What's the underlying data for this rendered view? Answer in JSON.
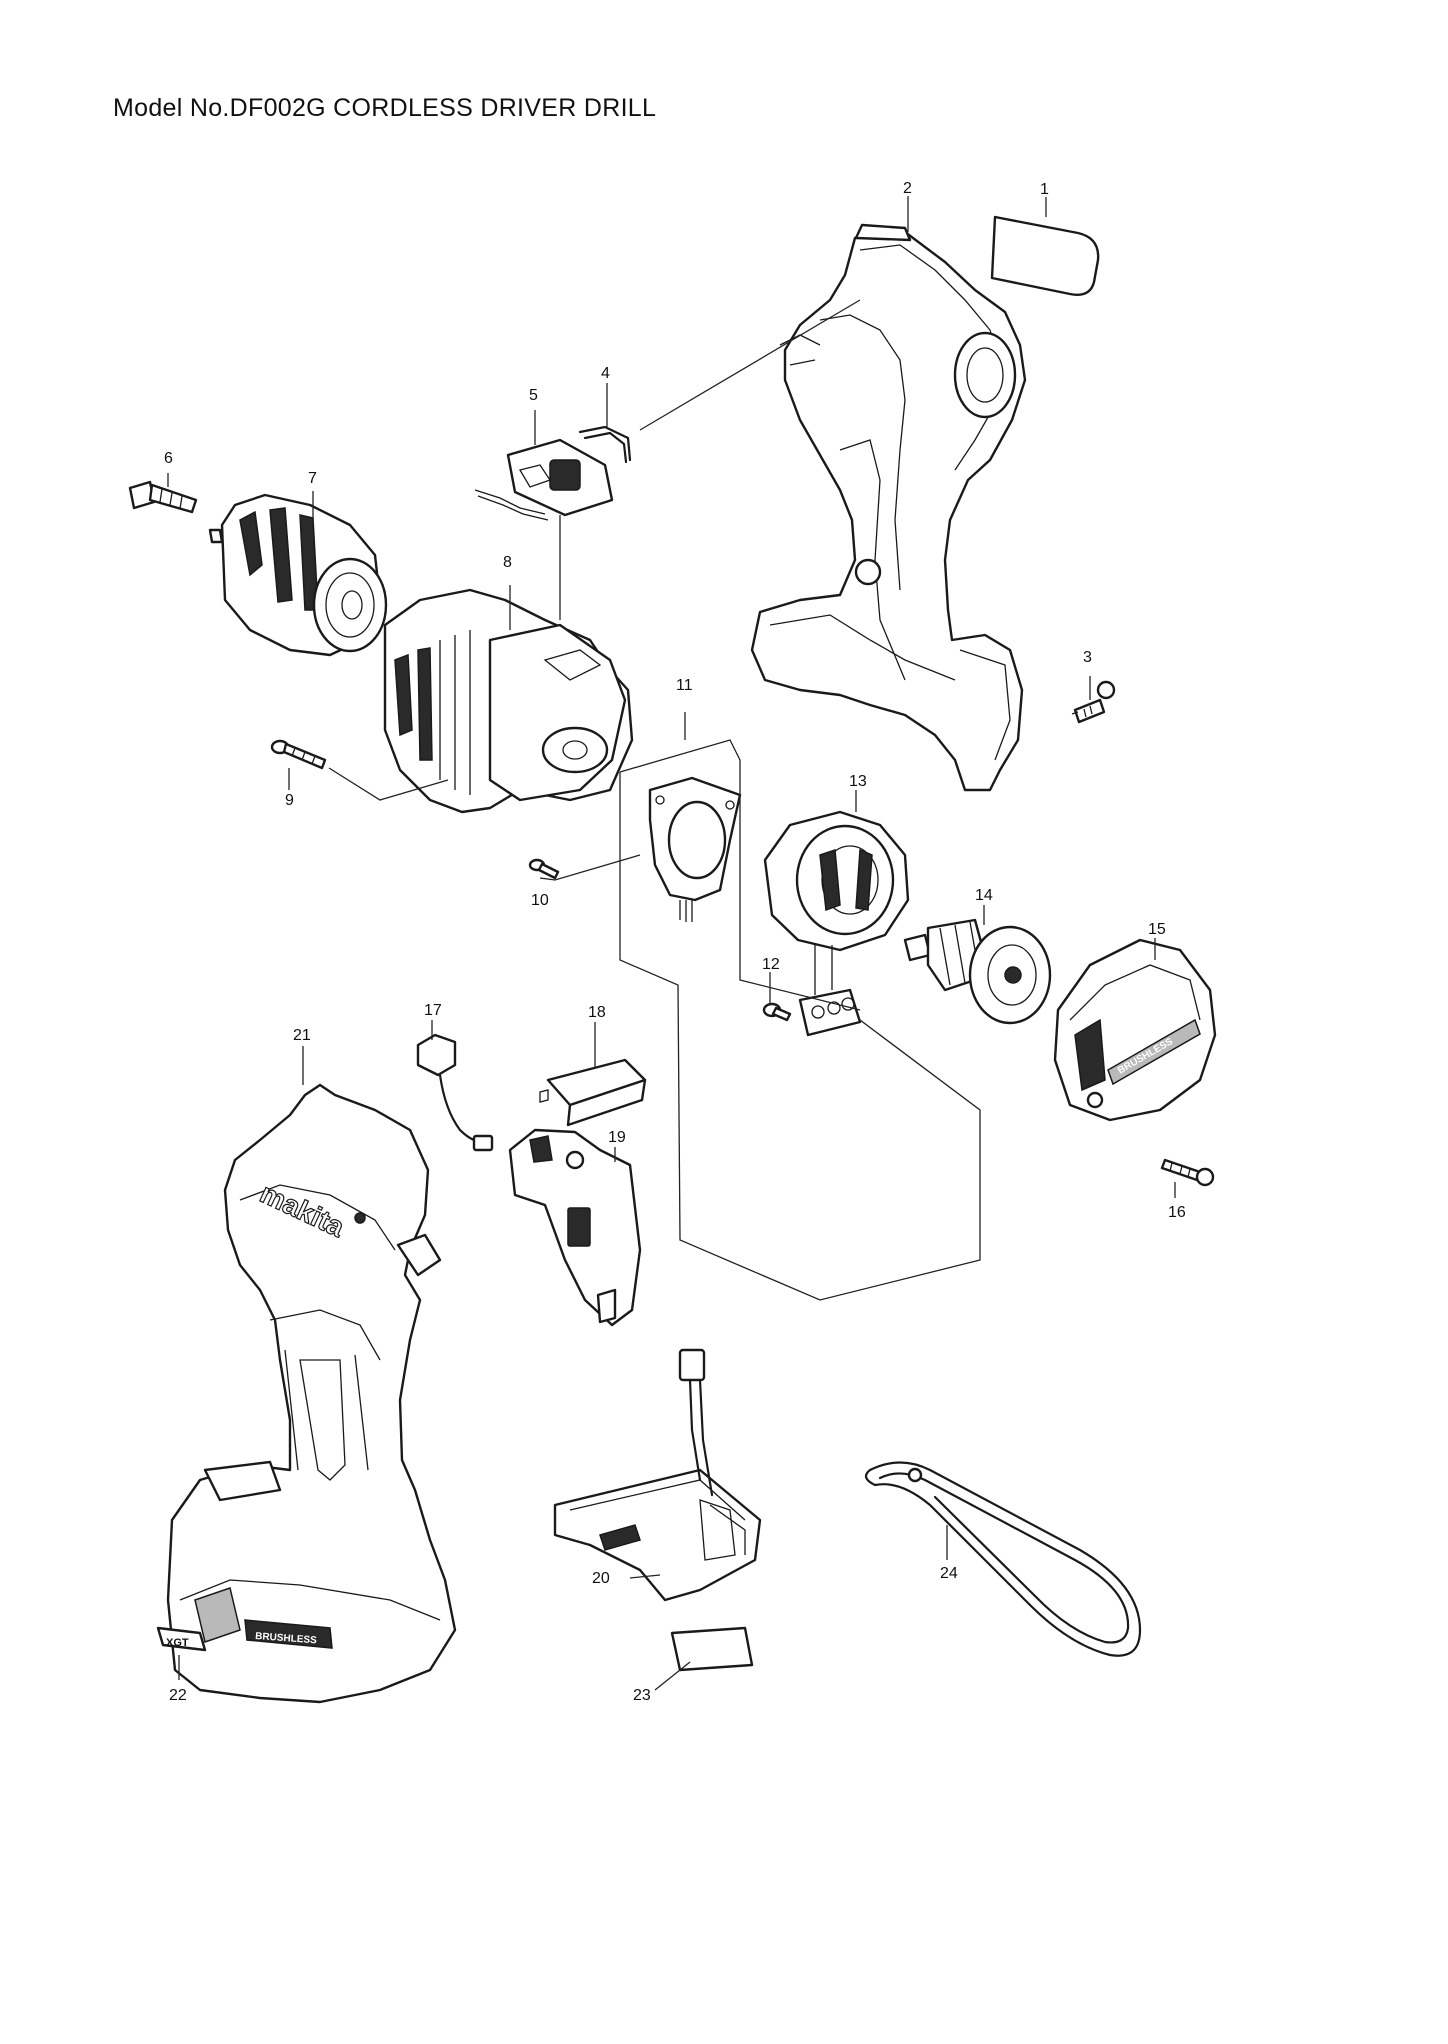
{
  "header": {
    "title": "Model No.DF002G CORDLESS DRIVER DRILL"
  },
  "callouts": [
    "1",
    "2",
    "3",
    "4",
    "5",
    "6",
    "7",
    "8",
    "9",
    "10",
    "11",
    "12",
    "13",
    "14",
    "15",
    "16",
    "17",
    "18",
    "19",
    "20",
    "21",
    "22",
    "23",
    "24"
  ],
  "decals": {
    "housing_brand": "makita",
    "badge": "XGT"
  }
}
